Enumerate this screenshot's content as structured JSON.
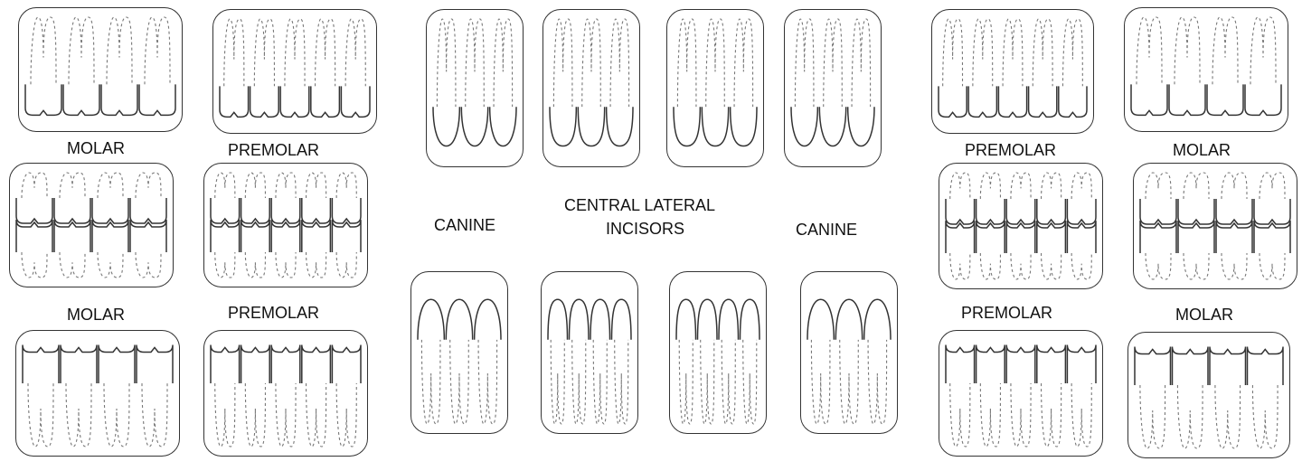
{
  "labels": {
    "molar": "MOLAR",
    "premolar": "PREMOLAR",
    "canine": "CANINE",
    "central_lateral": "CENTRAL LATERAL",
    "incisors": "INCISORS"
  },
  "colors": {
    "line": "#333333",
    "dash": "#777777",
    "background": "#ffffff"
  },
  "panels": [
    {
      "id": "ul-molar-upper",
      "kind": "molar",
      "jaw": "upper",
      "teeth": 4
    },
    {
      "id": "ul-premolar-upper",
      "kind": "premolar",
      "jaw": "upper",
      "teeth": 5
    },
    {
      "id": "ul-molar-occlusion",
      "kind": "molar",
      "jaw": "occlusion",
      "teeth": 4
    },
    {
      "id": "ul-premolar-occlusion",
      "kind": "premolar",
      "jaw": "occlusion",
      "teeth": 5
    },
    {
      "id": "ll-molar-lower",
      "kind": "molar",
      "jaw": "lower",
      "teeth": 4
    },
    {
      "id": "ll-premolar-lower",
      "kind": "premolar",
      "jaw": "lower",
      "teeth": 5
    },
    {
      "id": "canine-upper-left",
      "kind": "canine",
      "jaw": "upper",
      "teeth": 3
    },
    {
      "id": "incisor-upper-1",
      "kind": "incisor",
      "jaw": "upper",
      "teeth": 3
    },
    {
      "id": "incisor-upper-2",
      "kind": "incisor",
      "jaw": "upper",
      "teeth": 3
    },
    {
      "id": "canine-upper-right",
      "kind": "canine",
      "jaw": "upper",
      "teeth": 3
    },
    {
      "id": "canine-lower-left",
      "kind": "canine",
      "jaw": "lower",
      "teeth": 3
    },
    {
      "id": "incisor-lower-1",
      "kind": "incisor",
      "jaw": "lower",
      "teeth": 4
    },
    {
      "id": "incisor-lower-2",
      "kind": "incisor",
      "jaw": "lower",
      "teeth": 4
    },
    {
      "id": "canine-lower-right",
      "kind": "canine",
      "jaw": "lower",
      "teeth": 3
    },
    {
      "id": "ur-premolar-upper",
      "kind": "premolar",
      "jaw": "upper",
      "teeth": 5
    },
    {
      "id": "ur-molar-upper",
      "kind": "molar",
      "jaw": "upper",
      "teeth": 4
    },
    {
      "id": "ur-premolar-occlusion",
      "kind": "premolar",
      "jaw": "occlusion",
      "teeth": 5
    },
    {
      "id": "ur-molar-occlusion",
      "kind": "molar",
      "jaw": "occlusion",
      "teeth": 4
    },
    {
      "id": "lr-premolar-lower",
      "kind": "premolar",
      "jaw": "lower",
      "teeth": 5
    },
    {
      "id": "lr-molar-lower",
      "kind": "molar",
      "jaw": "lower",
      "teeth": 4
    }
  ]
}
